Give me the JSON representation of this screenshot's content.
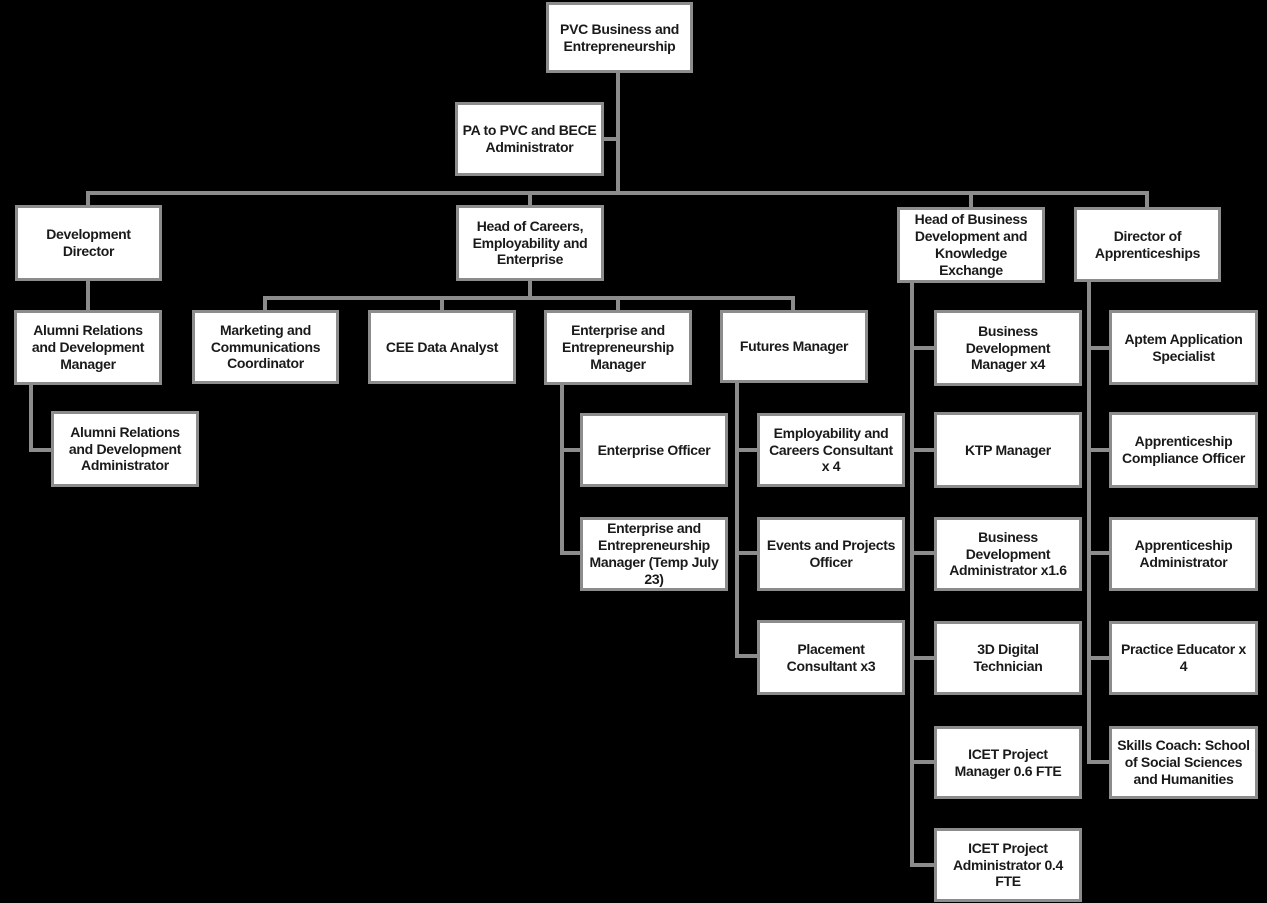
{
  "colors": {
    "background": "#000000",
    "box_fill": "#ffffff",
    "box_border": "#8c8c8c",
    "connector": "#8c8c8c",
    "label_text": "#1a1a1a"
  },
  "org_chart": {
    "nodes": {
      "pvc": {
        "label": "PVC Business and\nEntrepreneurship"
      },
      "pa": {
        "label": "PA to PVC and BECE\nAdministrator"
      },
      "development_director": {
        "label": "Development\nDirector"
      },
      "head_careers": {
        "label": "Head of Careers,\nEmployability and\nEnterprise"
      },
      "head_business": {
        "label": "Head of Business\nDevelopment and\nKnowledge\nExchange"
      },
      "director_apprenticeships": {
        "label": "Director of\nApprenticeships"
      },
      "alumni_manager": {
        "label": "Alumni Relations\nand Development\nManager"
      },
      "marketing_coordinator": {
        "label": "Marketing and\nCommunications\nCoordinator"
      },
      "cee_data_analyst": {
        "label": "CEE Data Analyst"
      },
      "eem_manager": {
        "label": "Enterprise and\nEntrepreneurship\nManager"
      },
      "futures_manager": {
        "label": "Futures Manager"
      },
      "bd_manager": {
        "label": "Business\nDevelopment\nManager x4"
      },
      "aptem_specialist": {
        "label": "Aptem Application\nSpecialist"
      },
      "alumni_administrator": {
        "label": "Alumni Relations\nand Development\nAdministrator"
      },
      "enterprise_officer": {
        "label": "Enterprise Officer"
      },
      "employability_consultant": {
        "label": "Employability and\nCareers Consultant\nx 4"
      },
      "ktp_manager": {
        "label": "KTP Manager"
      },
      "apprenticeship_compliance": {
        "label": "Apprenticeship\nCompliance Officer"
      },
      "eem_manager_temp": {
        "label": "Enterprise and\nEntrepreneurship\nManager (Temp July\n23)"
      },
      "events_projects_officer": {
        "label": "Events and Projects\nOfficer"
      },
      "bd_administrator": {
        "label": "Business\nDevelopment\nAdministrator x1.6"
      },
      "apprenticeship_administrator": {
        "label": "Apprenticeship\nAdministrator"
      },
      "placement_consultant": {
        "label": "Placement\nConsultant x3"
      },
      "digital_technician": {
        "label": "3D Digital\nTechnician"
      },
      "practice_educator": {
        "label": "Practice Educator x\n4"
      },
      "icet_project_manager": {
        "label": "ICET Project\nManager 0.6 FTE"
      },
      "skills_coach": {
        "label": "Skills Coach: School\nof Social Sciences\nand Humanities"
      },
      "icet_project_administrator": {
        "label": "ICET Project\nAdministrator 0.4\nFTE"
      }
    },
    "edges": [
      {
        "parent": "pvc",
        "children": [
          "pa",
          "development_director",
          "head_careers",
          "head_business",
          "director_apprenticeships"
        ]
      },
      {
        "parent": "development_director",
        "children": [
          "alumni_manager"
        ]
      },
      {
        "parent": "alumni_manager",
        "children": [
          "alumni_administrator"
        ]
      },
      {
        "parent": "head_careers",
        "children": [
          "marketing_coordinator",
          "cee_data_analyst",
          "eem_manager",
          "futures_manager"
        ]
      },
      {
        "parent": "eem_manager",
        "children": [
          "enterprise_officer",
          "eem_manager_temp"
        ]
      },
      {
        "parent": "futures_manager",
        "children": [
          "employability_consultant",
          "events_projects_officer",
          "placement_consultant"
        ]
      },
      {
        "parent": "head_business",
        "children": [
          "bd_manager",
          "ktp_manager",
          "bd_administrator",
          "digital_technician",
          "icet_project_manager",
          "icet_project_administrator"
        ]
      },
      {
        "parent": "director_apprenticeships",
        "children": [
          "aptem_specialist",
          "apprenticeship_compliance",
          "apprenticeship_administrator",
          "practice_educator",
          "skills_coach"
        ]
      }
    ]
  }
}
